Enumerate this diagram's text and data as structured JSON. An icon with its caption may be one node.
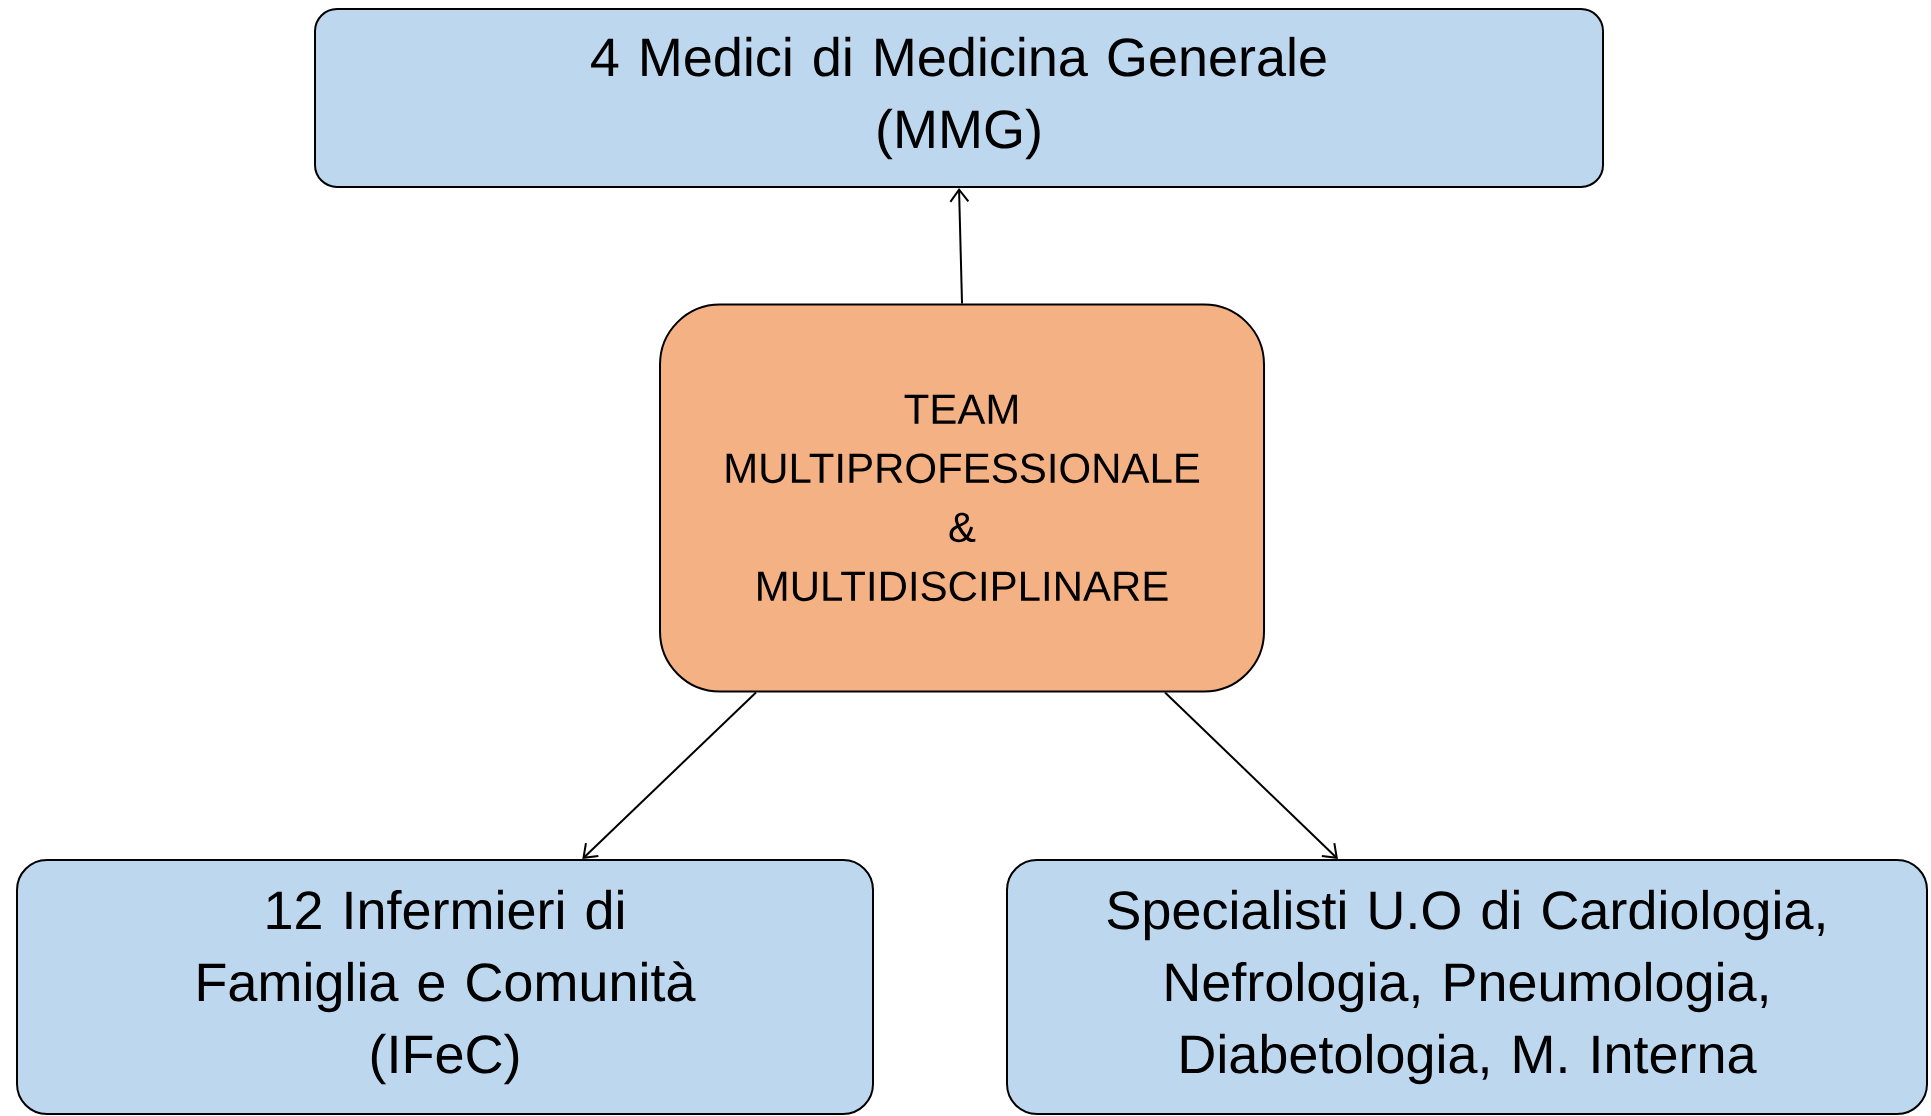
{
  "diagram": {
    "nodes": [
      {
        "text": [
          "4 Medici di Medicina Generale",
          "(MMG)"
        ]
      },
      {
        "text": [
          "TEAM MULTIPROFESSIONALE",
          "&",
          "MULTIDISCIPLINARE"
        ]
      },
      {
        "text": [
          "12 Infermieri di Famiglia e Comunità",
          "(IFeC)"
        ]
      },
      {
        "text": [
          "Specialisti U.O di Cardiologia, Nefrologia, Pneumologia, Diabetologia, M. Interna"
        ]
      }
    ],
    "edges": [
      {
        "from": 1,
        "to": 0,
        "arrow": "to"
      },
      {
        "from": 1,
        "to": 2,
        "arrow": "to"
      },
      {
        "from": 1,
        "to": 3,
        "arrow": "to"
      }
    ]
  }
}
